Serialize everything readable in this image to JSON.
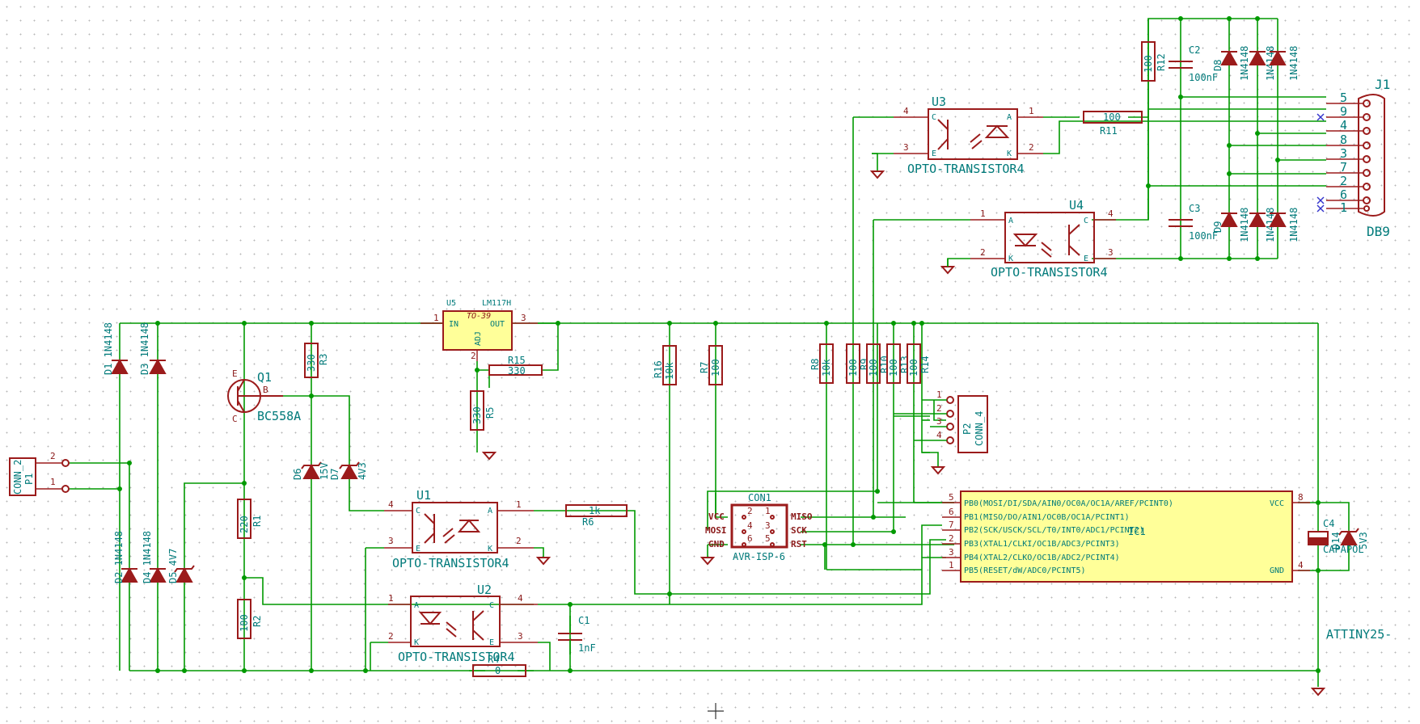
{
  "opto": {
    "u1_ref": "U1",
    "u1_val": "OPTO-TRANSISTOR4",
    "u2_ref": "U2",
    "u2_val": "OPTO-TRANSISTOR4",
    "u3_ref": "U3",
    "u3_val": "OPTO-TRANSISTOR4",
    "u4_ref": "U4",
    "u4_val": "OPTO-TRANSISTOR4"
  },
  "regulator": {
    "ref": "U5",
    "val": "LM117H",
    "package": "TO-39",
    "in": "IN",
    "out": "OUT",
    "adj": "ADJ"
  },
  "mcu": {
    "ref": "IC1",
    "val": "ATTINY25-",
    "pins_left": [
      "PB0(MOSI/DI/SDA/AIN0/OC0A/OC1A/AREF/PCINT0)",
      "PB1(MISO/DO/AIN1/OC0B/OC1A/PCINT1)",
      "PB2(SCK/USCK/SCL/T0/INT0/ADC1/PCINT2)",
      "PB3(XTAL1/CLKI/OC1B/ADC3/PCINT3)",
      "PB4(XTAL2/CLKO/OC1B/ADC2/PCINT4)",
      "PB5(RESET/dW/ADC0/PCINT5)"
    ],
    "pin_nums_left": [
      "5",
      "6",
      "7",
      "2",
      "3",
      "1"
    ],
    "vcc": "VCC",
    "gnd": "GND",
    "vcc_pin": "8",
    "gnd_pin": "4"
  },
  "isp": {
    "ref": "CON1",
    "val": "AVR-ISP-6",
    "vcc": "VCC",
    "mosi": "MOSI",
    "gnd": "GND",
    "miso": "MISO",
    "sck": "SCK",
    "rst": "RST",
    "pins": [
      "2",
      "1",
      "4",
      "3",
      "6",
      "5"
    ]
  },
  "db9": {
    "ref": "J1",
    "val": "DB9",
    "pins": [
      "5",
      "9",
      "4",
      "8",
      "3",
      "7",
      "2",
      "6",
      "1"
    ]
  },
  "p1": {
    "ref": "P1",
    "val": "CONN_2",
    "pins": [
      "2",
      "1"
    ]
  },
  "p2": {
    "ref": "P2",
    "val": "CONN_4",
    "pins": [
      "1",
      "2",
      "3",
      "4"
    ]
  },
  "q1": {
    "ref": "Q1",
    "val": "BC558A",
    "e": "E",
    "b": "B",
    "c": "C"
  },
  "resistors": {
    "r1": "R1",
    "r1v": "220",
    "r2": "R2",
    "r2v": "100",
    "r3": "R3",
    "r3v": "330",
    "r4": "R4",
    "r4v": "0",
    "r5": "R5",
    "r5v": "330",
    "r6": "R6",
    "r6v": "1k",
    "r7": "R7",
    "r7v": "100",
    "r8": "R8",
    "r8v": "10k",
    "r9": "R9",
    "r9v": "100",
    "r10": "R10",
    "r10v": "100",
    "r11": "R11",
    "r11v": "100",
    "r12": "R12",
    "r12v": "100",
    "r13": "R13",
    "r13v": "100",
    "r14": "R14",
    "r14v": "100",
    "r15": "R15",
    "r15v": "330",
    "r16": "R16",
    "r16v": "10k"
  },
  "caps": {
    "c1": "C1",
    "c1v": "1nF",
    "c2": "C2",
    "c2v": "100nF",
    "c3": "C3",
    "c3v": "100nF",
    "c4": "C4",
    "c4v": "CAPAPOL"
  },
  "diodes": {
    "d1": "D1",
    "d1v": "1N4148",
    "d2": "D2",
    "d2v": "1N4148",
    "d3": "D3",
    "d3v": "1N4148",
    "d4": "D4",
    "d4v": "1N4148",
    "d5": "D5",
    "d5v": "4V7",
    "d6": "D6",
    "d6v": "15V",
    "d7": "D7",
    "d7v": "4V3",
    "d8": "D8",
    "d8v": "1N4148",
    "d9": "D9",
    "d9v": "1N4148",
    "d14": "D14",
    "d14v": "5V3",
    "d_top2": "1N4148",
    "d_top3": "1N4148",
    "d_bot2": "1N4148",
    "d_bot3": "1N4148"
  },
  "colors": {
    "wire": "#009900",
    "component": "#9b1b1b",
    "text": "#007a7a",
    "fill": "#ffff99"
  }
}
